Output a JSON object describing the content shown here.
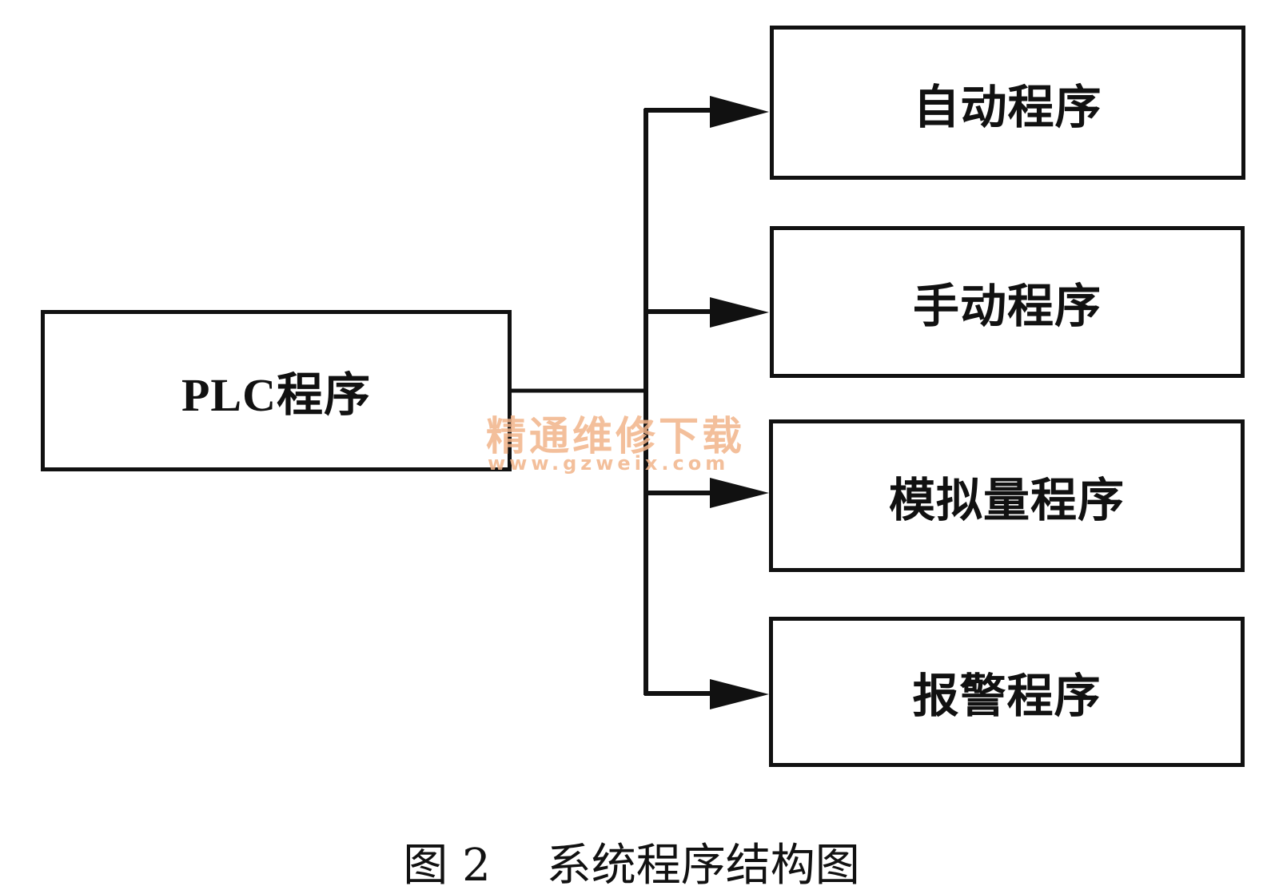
{
  "diagram": {
    "root": {
      "label": "PLC程序"
    },
    "children": [
      {
        "label": "自动程序"
      },
      {
        "label": "手动程序"
      },
      {
        "label": "模拟量程序"
      },
      {
        "label": "报警程序"
      }
    ]
  },
  "watermark": {
    "text": "精通维修下载",
    "url": "www.gzweix.com"
  },
  "caption": {
    "number": "图 2",
    "title": "系统程序结构图"
  },
  "colors": {
    "line": "#111111",
    "watermark": "#f2b48a"
  }
}
